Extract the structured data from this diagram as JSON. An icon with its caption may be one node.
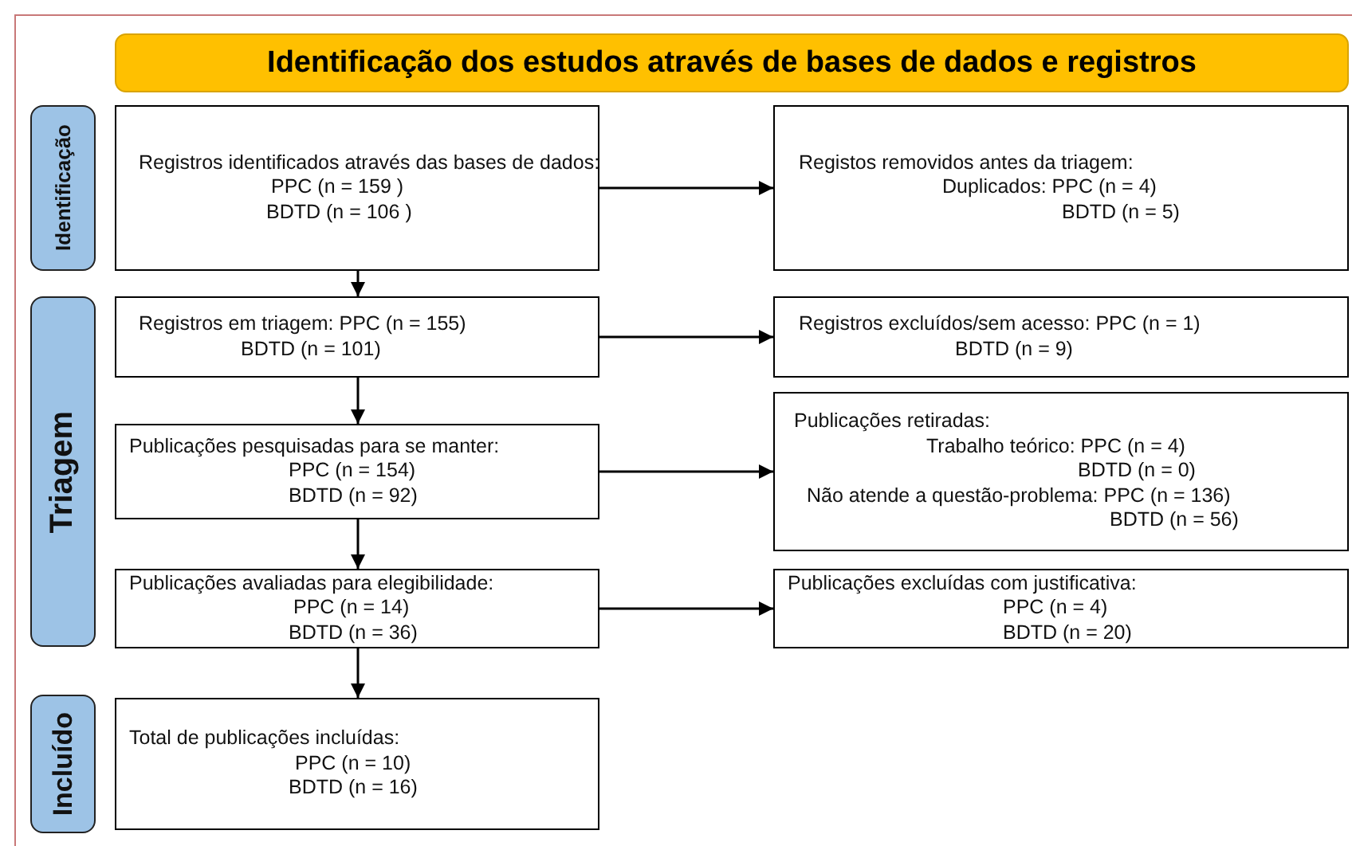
{
  "diagram": {
    "title": "Identificação dos estudos através de bases de dados e registros",
    "nodes": [
      {
        "text": [
          "Identificação"
        ]
      },
      {
        "text": [
          "Registros identificados através das bases de dados:",
          "PPC (n = 159 )",
          "BDTD (n = 106 )"
        ]
      },
      {
        "text": [
          "Registos removidos antes da triagem:",
          "Duplicados: PPC (n = 4)",
          "BDTD (n = 5)"
        ]
      },
      {
        "text": [
          "Triagem"
        ]
      },
      {
        "text": [
          "Registros em triagem: PPC (n = 155)",
          "BDTD (n = 101)"
        ]
      },
      {
        "text": [
          "Registros excluídos/sem acesso: PPC (n = 1)",
          "BDTD (n = 9)"
        ]
      },
      {
        "text": [
          "Publicações pesquisadas para se manter:",
          "PPC (n = 154)",
          "BDTD (n = 92)"
        ]
      },
      {
        "text": [
          "Publicações retiradas:",
          "Trabalho teórico: PPC (n = 4)",
          "BDTD (n = 0)",
          "Não atende a questão-problema: PPC (n = 136)",
          "BDTD (n = 56)"
        ]
      },
      {
        "text": [
          "Publicações avaliadas para elegibilidade:",
          "PPC (n = 14)",
          "BDTD (n = 36)"
        ]
      },
      {
        "text": [
          "Publicações excluídas com justificativa:",
          "PPC (n = 4)",
          "BDTD (n = 20)"
        ]
      },
      {
        "text": [
          "Incluído"
        ]
      },
      {
        "text": [
          "Total de publicações incluídas:",
          "PPC (n = 10)",
          "BDTD (n = 16)"
        ]
      }
    ],
    "edges": [
      {
        "from": 1,
        "to": 2,
        "arrow": "to"
      },
      {
        "from": 1,
        "to": 4,
        "arrow": "to"
      },
      {
        "from": 4,
        "to": 5,
        "arrow": "to"
      },
      {
        "from": 4,
        "to": 6,
        "arrow": "to"
      },
      {
        "from": 6,
        "to": 7,
        "arrow": "to"
      },
      {
        "from": 6,
        "to": 8,
        "arrow": "to"
      },
      {
        "from": 8,
        "to": 9,
        "arrow": "to"
      },
      {
        "from": 8,
        "to": 11,
        "arrow": "to"
      }
    ]
  }
}
